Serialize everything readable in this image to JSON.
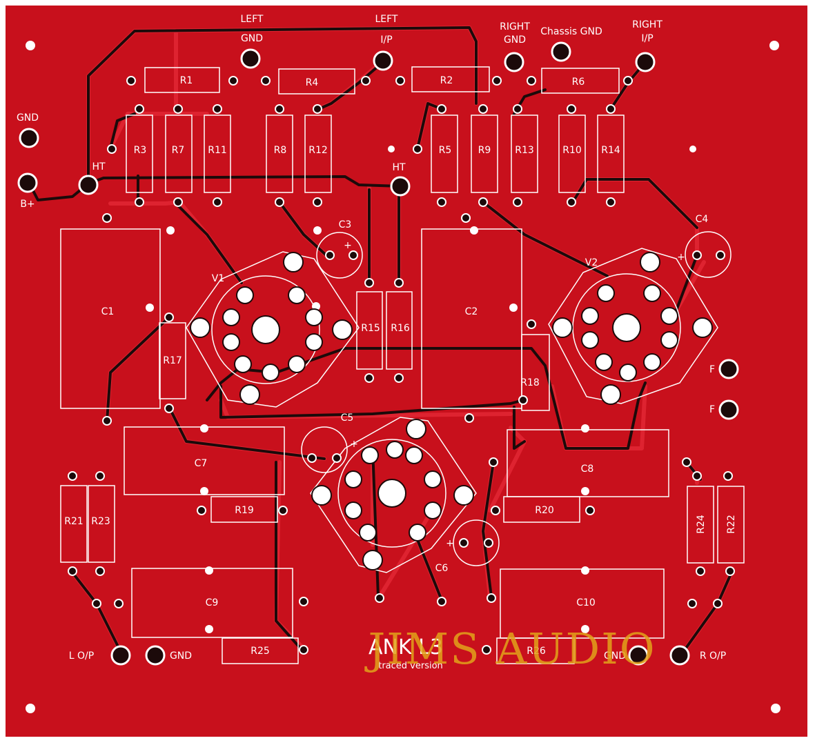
{
  "colors": {
    "board": "#c8101c",
    "trace_light": "#de2330",
    "trace_dark": "#1c0a0a",
    "silk": "#ffffff",
    "watermark": "#e2a21a"
  },
  "title": {
    "main": "ANK L3",
    "subtitle": "traced version",
    "watermark": "JIMS AUDIO"
  },
  "terminals": {
    "left_gnd_top": "LEFT",
    "left_gnd_bottom": "GND",
    "left_ip_top": "LEFT",
    "left_ip_bottom": "I/P",
    "right_gnd_top": "RIGHT",
    "right_gnd_bottom": "GND",
    "chassis_gnd": "Chassis GND",
    "right_ip_top": "RIGHT",
    "right_ip_bottom": "I/P",
    "gnd_left": "GND",
    "b_plus": "B+",
    "ht_left": "HT",
    "ht_center": "HT",
    "f1": "F",
    "f2": "F",
    "l_op": "L O/P",
    "gnd_bottom_left": "GND",
    "gnd_bottom_right": "GND",
    "r_op": "R O/P"
  },
  "components": {
    "R1": "R1",
    "R2": "R2",
    "R3": "R3",
    "R4": "R4",
    "R5": "R5",
    "R6": "R6",
    "R7": "R7",
    "R8": "R8",
    "R9": "R9",
    "R10": "R10",
    "R11": "R11",
    "R12": "R12",
    "R13": "R13",
    "R14": "R14",
    "R15": "R15",
    "R16": "R16",
    "R17": "R17",
    "R18": "R18",
    "R19": "R19",
    "R20": "R20",
    "R21": "R21",
    "R22": "R22",
    "R23": "R23",
    "R24": "R24",
    "R25": "R25",
    "R26": "R26",
    "C1": "C1",
    "C2": "C2",
    "C3": "C3",
    "C4": "C4",
    "C5": "C5",
    "C6": "C6",
    "C7": "C7",
    "C8": "C8",
    "C9": "C9",
    "C10": "C10",
    "V1": "V1",
    "V2": "V2",
    "plus": "+"
  }
}
